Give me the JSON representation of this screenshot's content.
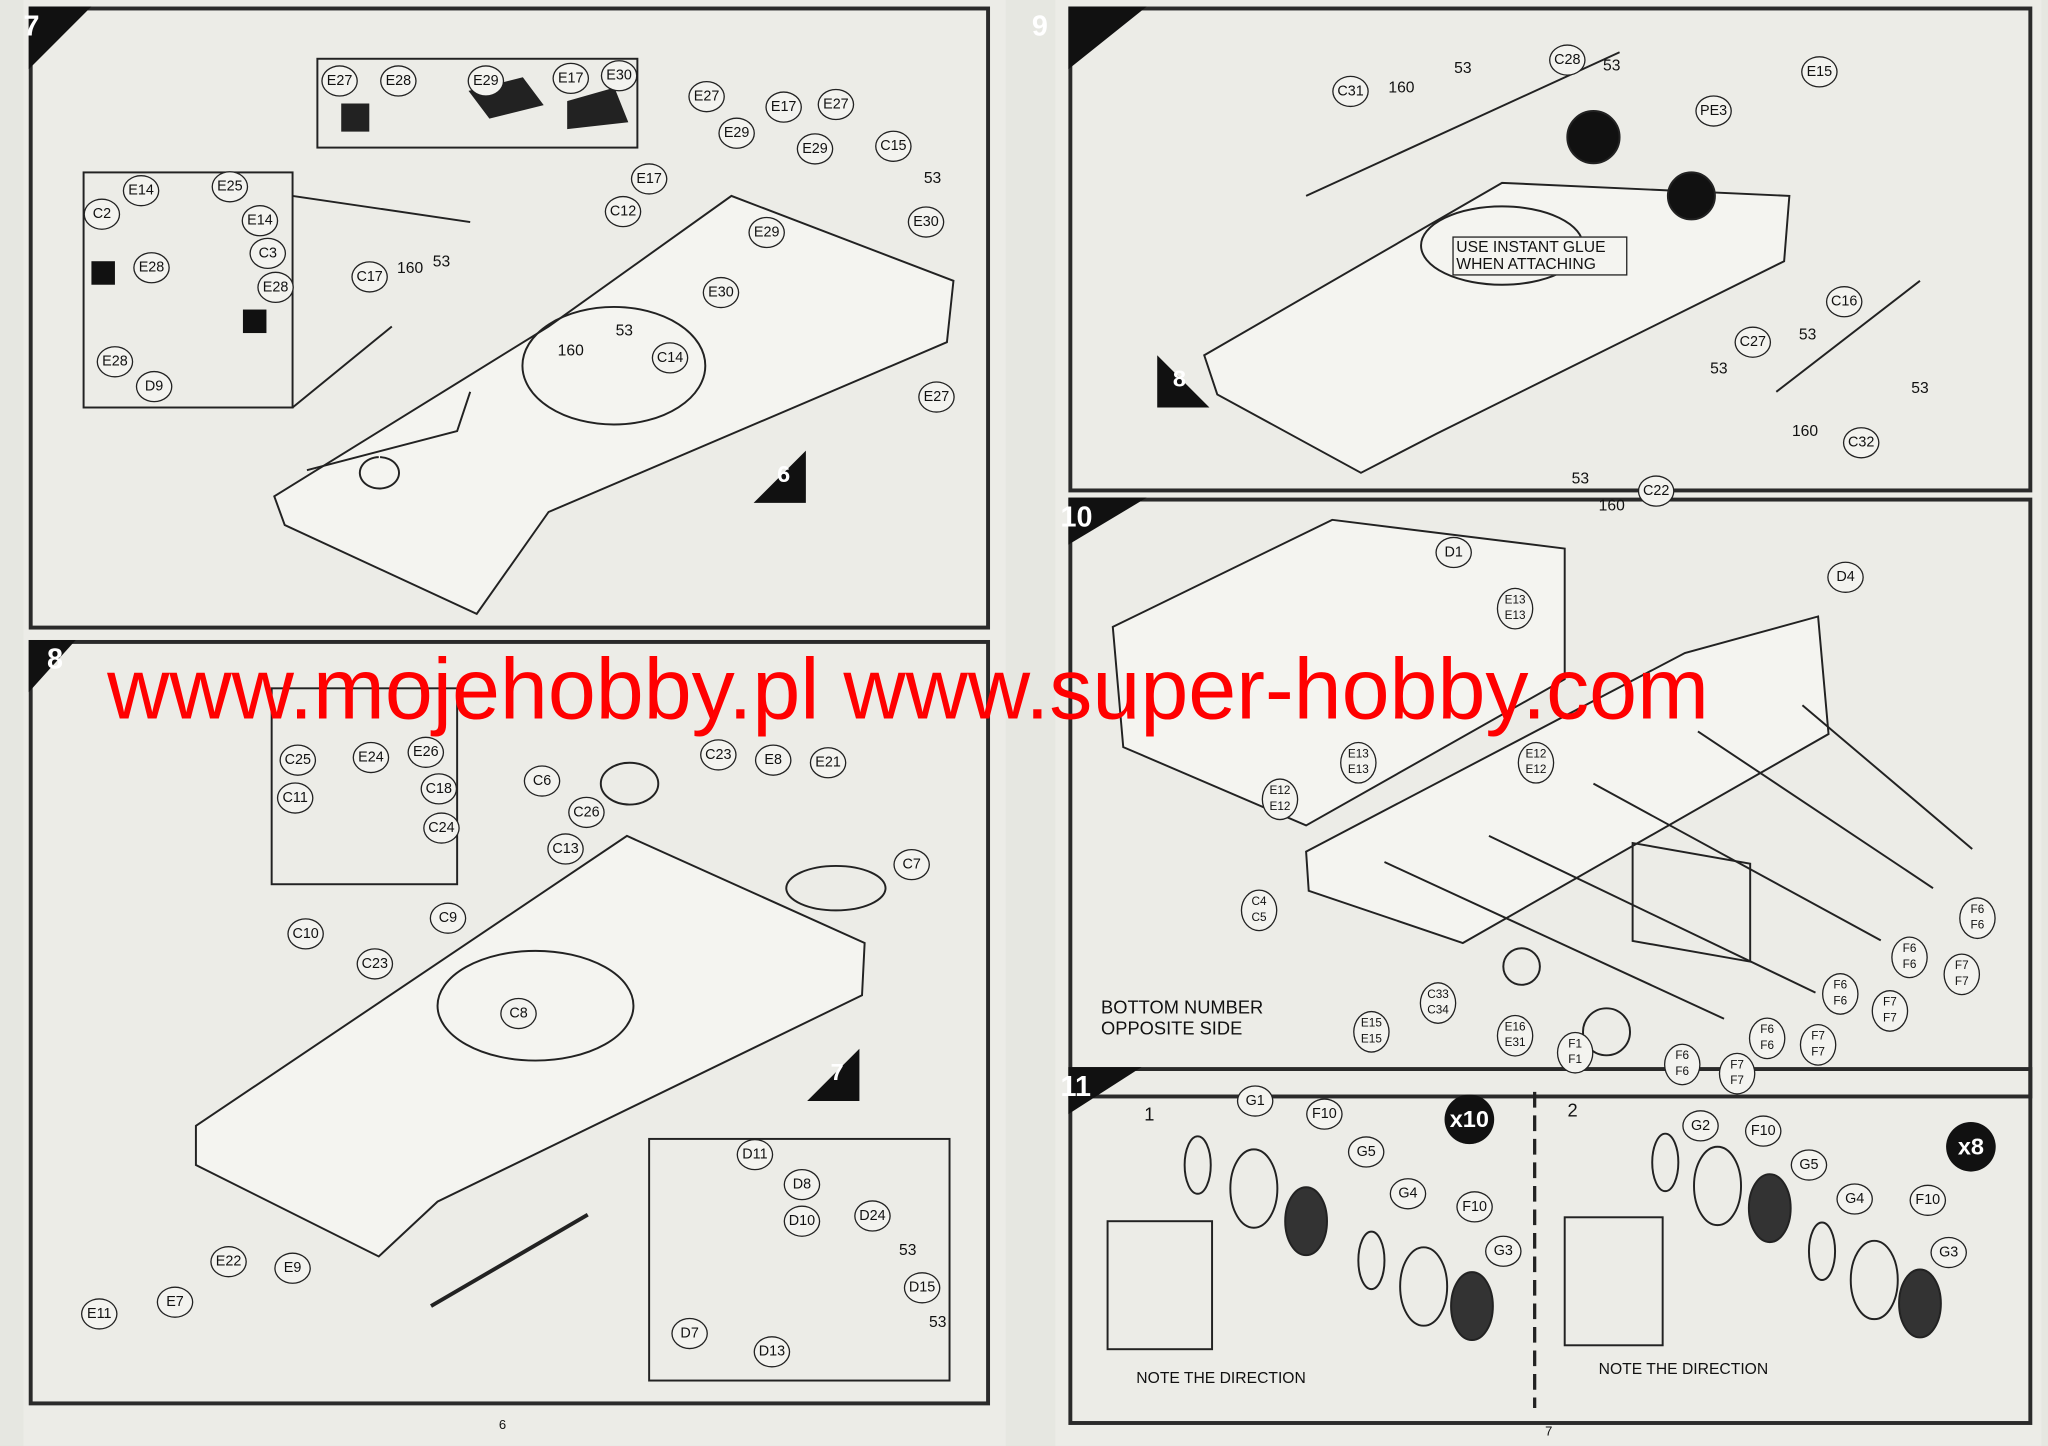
{
  "watermark": "www.mojehobby.pl www.super-hobby.com",
  "pages": {
    "left_number": "6",
    "right_number": "7"
  },
  "step7": {
    "number": "7",
    "next_step": "6",
    "callouts": [
      "E27",
      "E28",
      "E29",
      "E17",
      "E30",
      "E14",
      "E25",
      "C2",
      "E14",
      "C3",
      "E28",
      "E28",
      "E28",
      "D9",
      "E27",
      "E29",
      "E17",
      "E27",
      "E29",
      "C15",
      "53",
      "E17",
      "C12",
      "E30",
      "E29",
      "C17",
      "160",
      "53",
      "E30",
      "53",
      "160",
      "C14",
      "E27"
    ]
  },
  "step8": {
    "number": "8",
    "next_step": "7",
    "callouts": [
      "C25",
      "E24",
      "E26",
      "C18",
      "C11",
      "C24",
      "C23",
      "E8",
      "E21",
      "C6",
      "C26",
      "C13",
      "C7",
      "C10",
      "C9",
      "C23",
      "C8",
      "E11",
      "E7",
      "E22",
      "E9",
      "D11",
      "D8",
      "D10",
      "D24",
      "53",
      "D15",
      "53",
      "D7",
      "D13"
    ]
  },
  "step9": {
    "number": "9",
    "sub_step": "8",
    "note": "USE INSTANT GLUE WHEN ATTACHING",
    "callouts": [
      "53",
      "C28",
      "53",
      "E15",
      "C31",
      "160",
      "PE3",
      "C16",
      "53",
      "C27",
      "53",
      "53",
      "160",
      "C32",
      "53",
      "C22",
      "160"
    ]
  },
  "step10": {
    "number": "10",
    "note": "BOTTOM NUMBER OPPOSITE SIDE",
    "callouts": [
      "D1",
      "D4"
    ],
    "double_callouts": [
      [
        "E13",
        "E13"
      ],
      [
        "E12",
        "E12"
      ],
      [
        "E13",
        "E13"
      ],
      [
        "E12",
        "E12"
      ],
      [
        "C4",
        "C5"
      ],
      [
        "F6",
        "F6"
      ],
      [
        "F6",
        "F6"
      ],
      [
        "F7",
        "F7"
      ],
      [
        "F6",
        "F6"
      ],
      [
        "F7",
        "F7"
      ],
      [
        "C33",
        "C34"
      ],
      [
        "E15",
        "E15"
      ],
      [
        "F7",
        "F7"
      ],
      [
        "F6",
        "F6"
      ],
      [
        "E16",
        "E31"
      ],
      [
        "F1",
        "F1"
      ],
      [
        "F6",
        "F6"
      ],
      [
        "F7",
        "F7"
      ]
    ]
  },
  "step11": {
    "number": "11",
    "variant1": {
      "label": "1",
      "qty": "x10",
      "note": "NOTE THE DIRECTION",
      "callouts": [
        "G1",
        "F10",
        "G5",
        "G4",
        "F10",
        "G3"
      ]
    },
    "variant2": {
      "label": "2",
      "qty": "x8",
      "note": "NOTE THE DIRECTION",
      "callouts": [
        "G2",
        "F10",
        "G5",
        "G4",
        "F10",
        "G3"
      ]
    }
  }
}
